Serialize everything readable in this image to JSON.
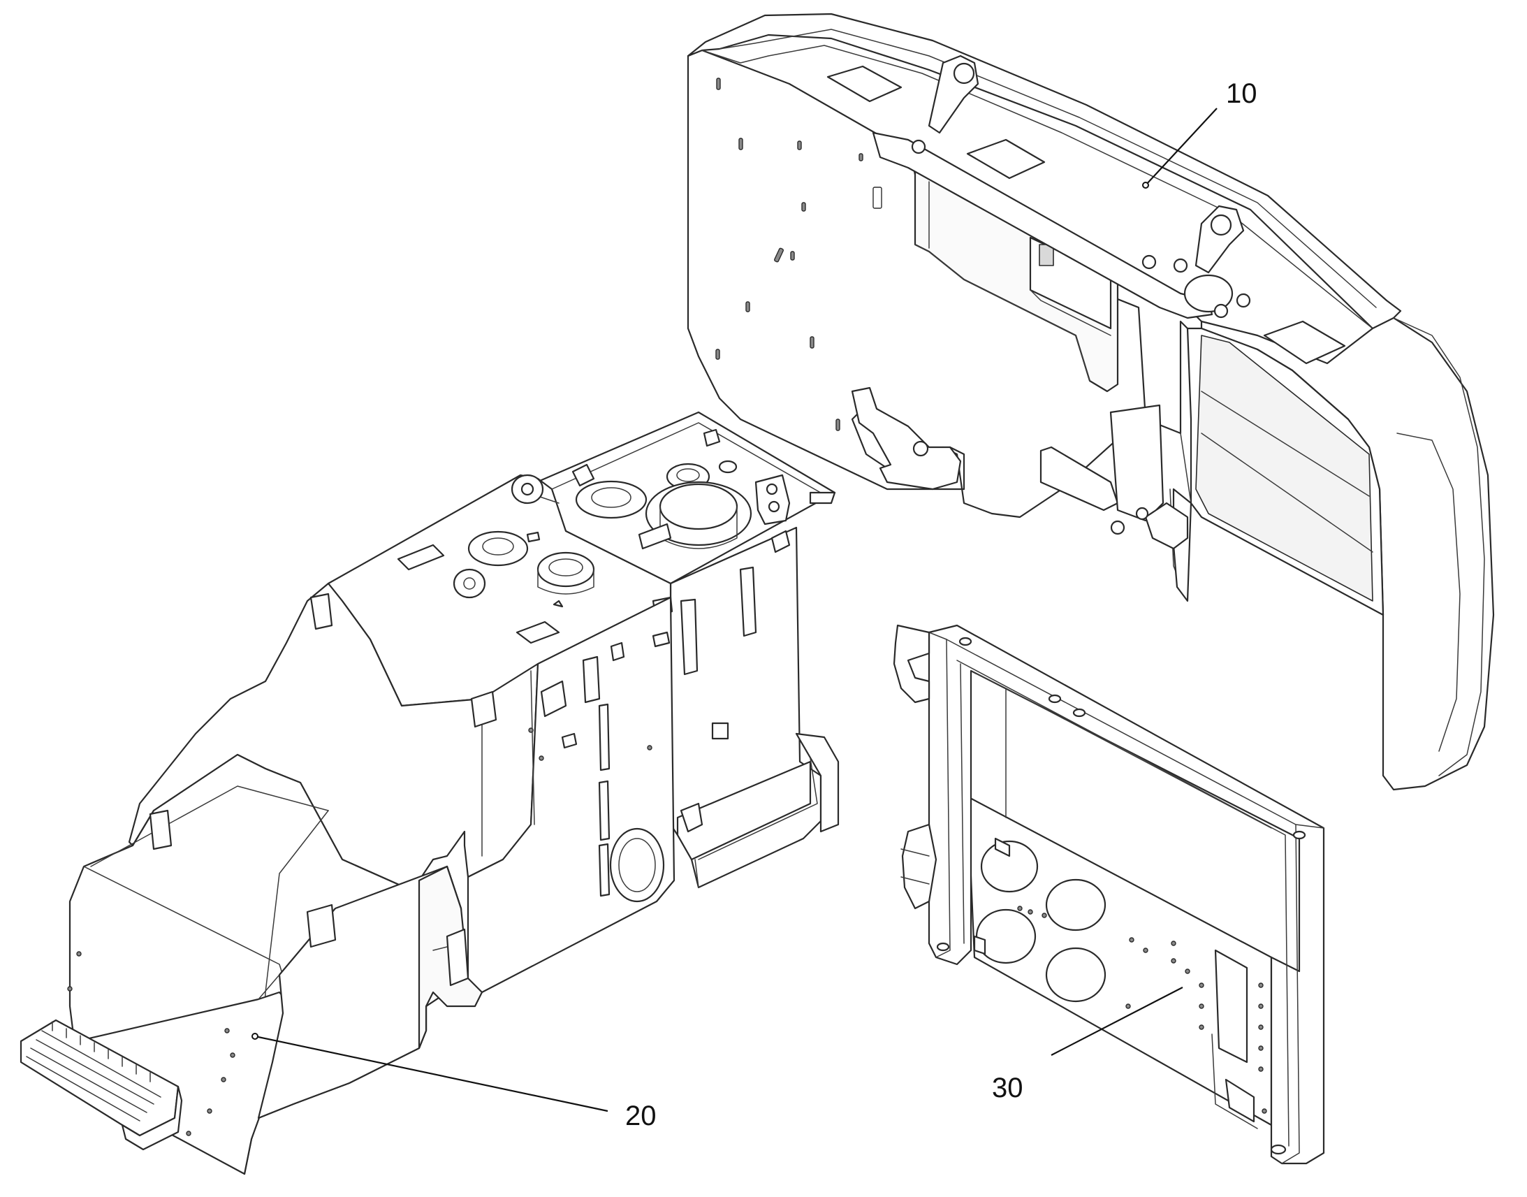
{
  "callouts": {
    "c10": {
      "label": "10"
    },
    "c20": {
      "label": "20"
    },
    "c30": {
      "label": "30"
    }
  },
  "colors": {
    "line": "#2a2a2a",
    "shade": "#d9d9d9",
    "background": "#ffffff"
  }
}
